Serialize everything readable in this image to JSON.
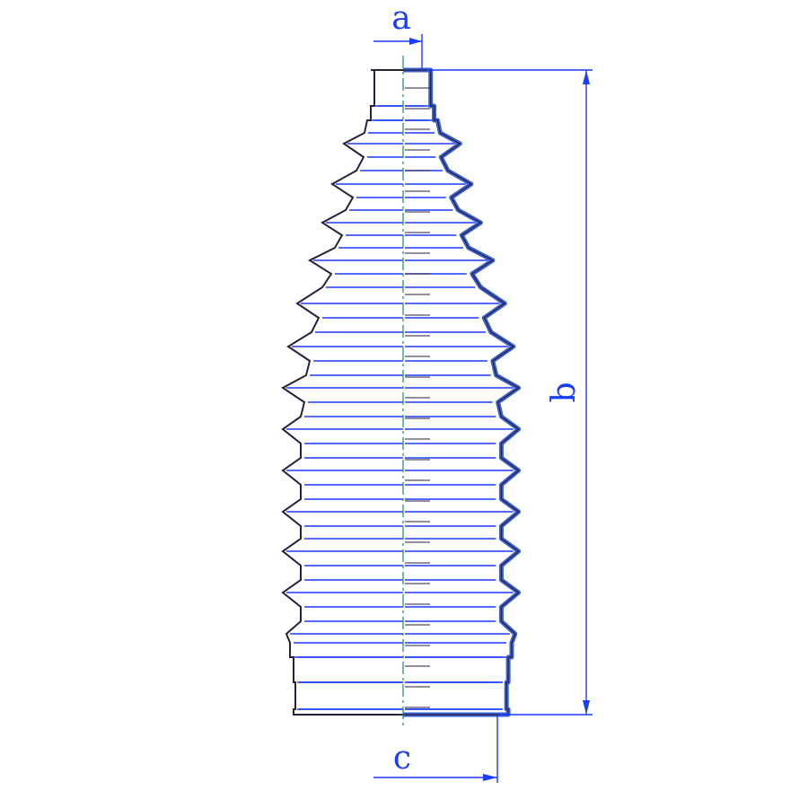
{
  "labels": {
    "a": "a",
    "b": "b",
    "c": "c"
  },
  "colors": {
    "outline": "#2a1f3d",
    "dimension": "#1a3cff",
    "centerline": "#1a8a6a",
    "hatch": "#3a5fd0",
    "label": "#1a3cff"
  }
}
